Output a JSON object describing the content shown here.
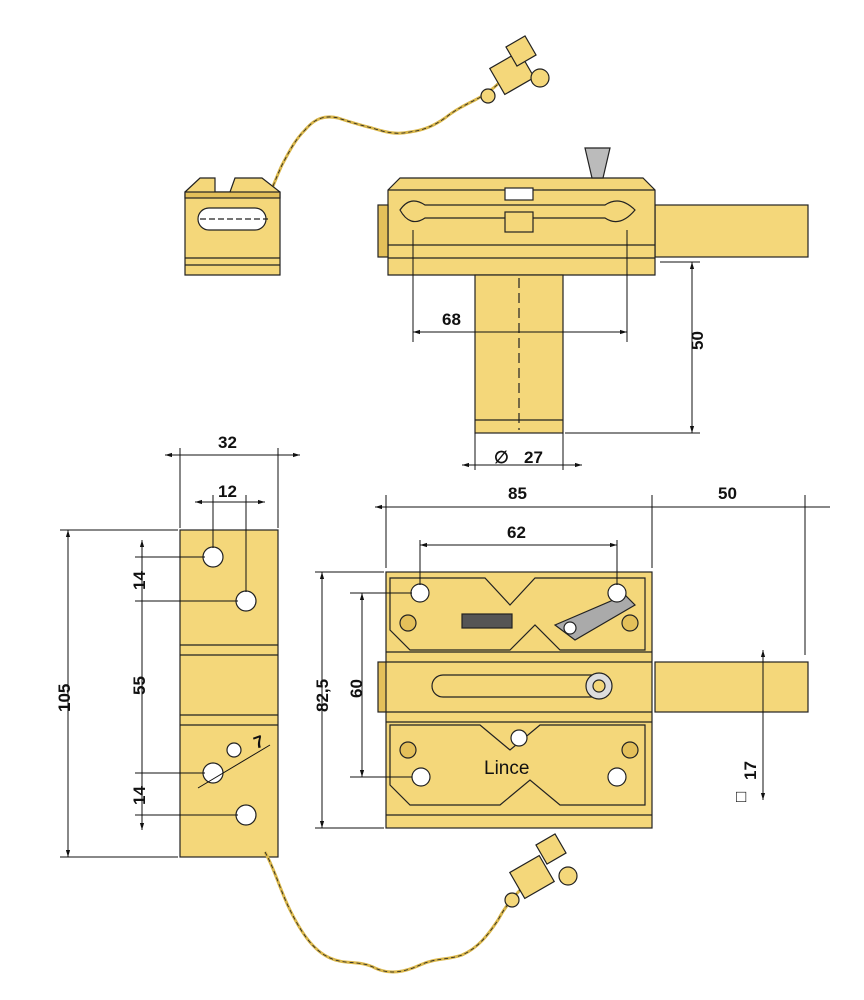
{
  "colors": {
    "brass": "#f4d77a",
    "brass_dark": "#e4c05a",
    "outline": "#222222",
    "chain": "#d9b64a"
  },
  "labels": {
    "brand": "Lince",
    "top_width": "68",
    "top_height": "50",
    "top_diameter": "27",
    "diameter_symbol": "∅",
    "side_width": "32",
    "side_hole_spacing": "12",
    "side_height": "105",
    "side_spacing_top": "14",
    "side_spacing_mid": "55",
    "side_spacing_bottom": "14",
    "side_hole_dia": "7",
    "front_width": "85",
    "front_bolt_ext": "50",
    "front_hole_spacing": "62",
    "front_height": "82,5",
    "front_hole_vspacing": "60",
    "bolt_square": "17",
    "square_symbol": "□"
  }
}
